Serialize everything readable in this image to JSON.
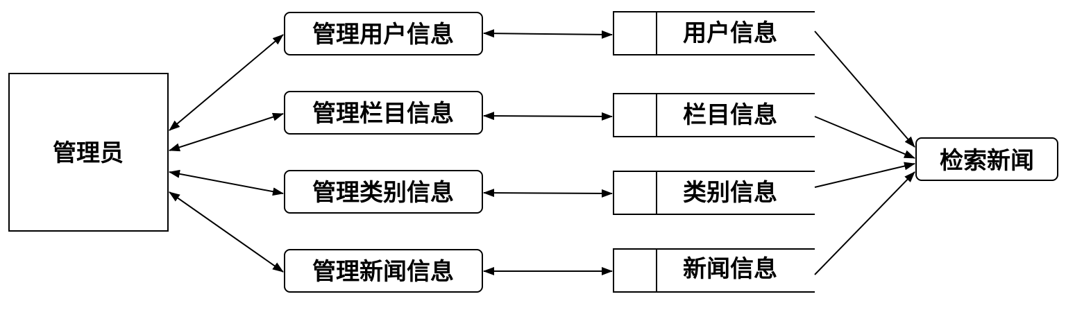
{
  "admin": {
    "label": "管理员"
  },
  "processes": [
    {
      "label": "管理用户信息"
    },
    {
      "label": "管理栏目信息"
    },
    {
      "label": "管理类别信息"
    },
    {
      "label": "管理新闻信息"
    }
  ],
  "stores": [
    {
      "label": "用户信息"
    },
    {
      "label": "栏目信息"
    },
    {
      "label": "类别信息"
    },
    {
      "label": "新闻信息"
    }
  ],
  "search": {
    "label": "检索新闻"
  }
}
